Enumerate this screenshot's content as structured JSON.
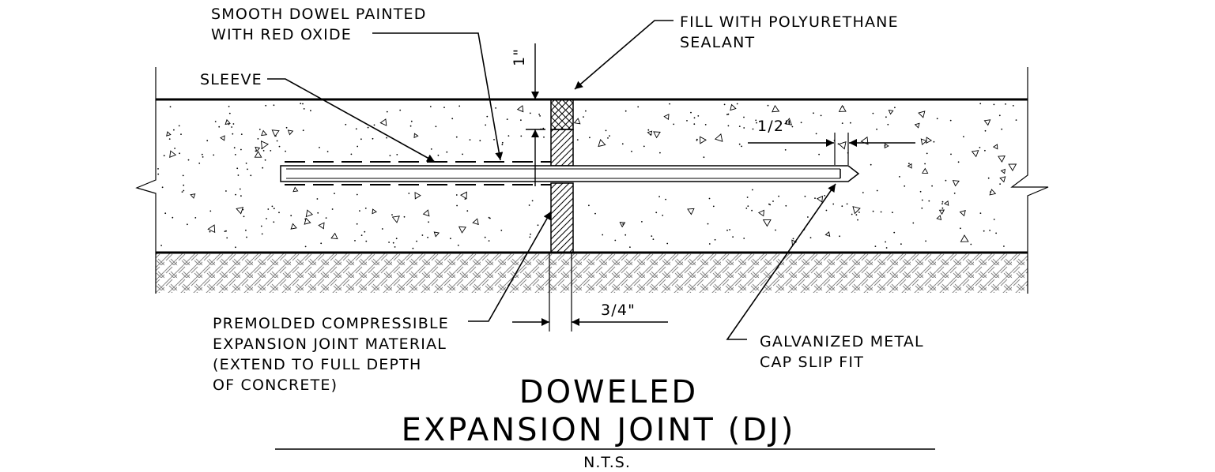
{
  "labels": {
    "dowel_line1": "SMOOTH DOWEL PAINTED",
    "dowel_line2": "WITH RED OXIDE",
    "sealant_line1": "FILL WITH POLYURETHANE",
    "sealant_line2": "SEALANT",
    "sleeve": "SLEEVE",
    "premolded_line1": "PREMOLDED COMPRESSIBLE",
    "premolded_line2": "EXPANSION JOINT MATERIAL",
    "premolded_line3": "(EXTEND TO FULL DEPTH",
    "premolded_line4": "OF CONCRETE)",
    "cap_line1": "GALVANIZED METAL",
    "cap_line2": "CAP SLIP FIT"
  },
  "dimensions": {
    "sealant_depth": "1\"",
    "cap_gap": "1/2\"",
    "joint_width": "3/4\""
  },
  "title": {
    "line1": "DOWELED",
    "line2": "EXPANSION JOINT (DJ)",
    "scale": "N.T.S."
  }
}
